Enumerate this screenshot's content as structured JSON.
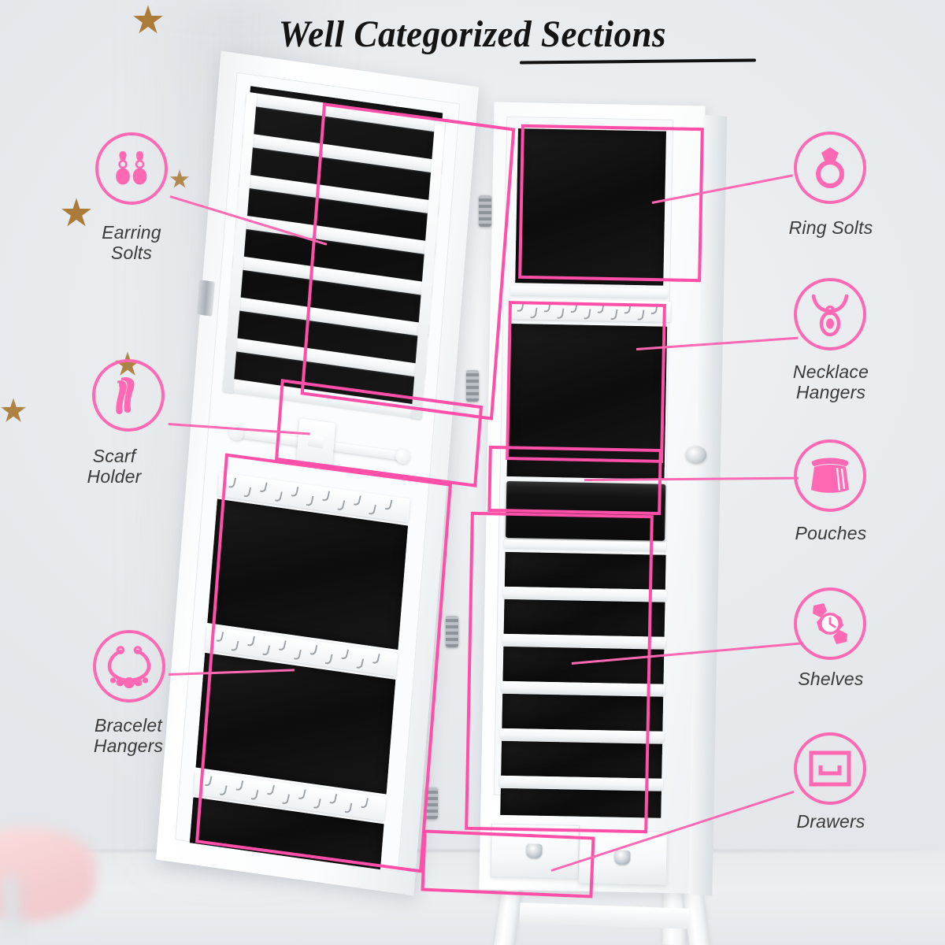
{
  "page": {
    "title": "Well Categorized Sections",
    "accent_color": "#ff69b4",
    "highlight_color": "#ff4fa8",
    "background_color": "#e9ecef",
    "label_color": "#3a3a3a"
  },
  "callouts_left": [
    {
      "label_line1": "Earring",
      "label_line2": "Solts",
      "icon": "earrings-icon"
    },
    {
      "label_line1": "Scarf",
      "label_line2": "Holder",
      "icon": "scarf-icon"
    },
    {
      "label_line1": "Bracelet",
      "label_line2": "Hangers",
      "icon": "bracelet-icon"
    }
  ],
  "callouts_right": [
    {
      "label_line1": "Ring Solts",
      "label_line2": "",
      "icon": "ring-icon"
    },
    {
      "label_line1": "Necklace",
      "label_line2": "Hangers",
      "icon": "necklace-icon"
    },
    {
      "label_line1": "Pouches",
      "label_line2": "",
      "icon": "pouch-icon"
    },
    {
      "label_line1": "Shelves",
      "label_line2": "",
      "icon": "watch-icon"
    },
    {
      "label_line1": "Drawers",
      "label_line2": "",
      "icon": "drawer-icon"
    }
  ],
  "product": {
    "name": "white-mirrored-jewelry-armoire",
    "door_sections": [
      "earring-slot-rack",
      "scarf-holder-rod",
      "bracelet-hook-panel"
    ],
    "body_sections": [
      "ring-slot-pad",
      "necklace-hook-bar",
      "necklace-felt-pad",
      "pouch-pocket",
      "shelf-stack",
      "drawer-row"
    ],
    "drawer_count": 2
  },
  "decor": {
    "stars": "gold-stars",
    "stool": "pink-stool"
  }
}
